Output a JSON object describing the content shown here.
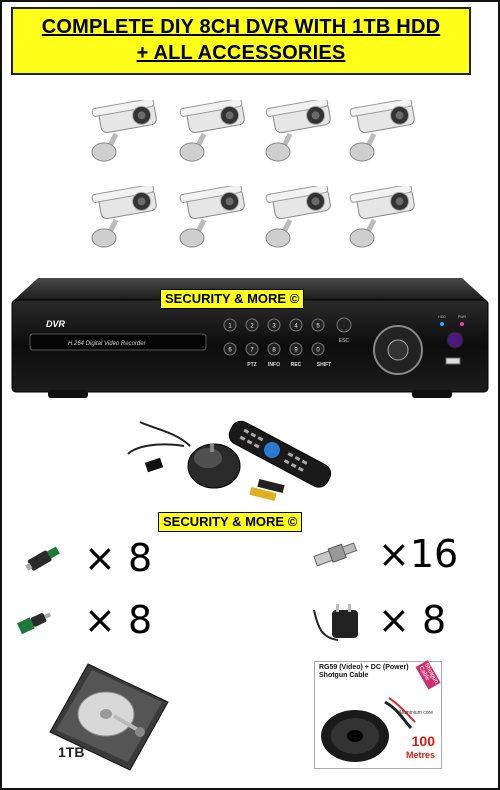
{
  "banner": {
    "line1": "COMPLETE DIY 8CH DVR WITH 1TB HDD",
    "line2": "+ ALL ACCESSORIES"
  },
  "watermark": {
    "top": "SECURITY & MORE ©",
    "middle": "SECURITY & MORE ©"
  },
  "dvr": {
    "brand": "DVR",
    "slot_text": "H.264 Digital Video Recorder",
    "keys": [
      "1",
      "2",
      "3",
      "4",
      "5",
      "6",
      "7",
      "8",
      "9",
      "0"
    ],
    "button_labels": [
      "PTZ",
      "INFO",
      "REC",
      "SHIFT"
    ],
    "esc_label": "ESC",
    "indicator_labels": [
      "HDD",
      "PWR"
    ]
  },
  "accessories": [
    {
      "name": "dc-female-connector",
      "qty": "8"
    },
    {
      "name": "bnc-connector",
      "qty": "16"
    },
    {
      "name": "dc-male-connector",
      "qty": "8"
    },
    {
      "name": "power-adapter",
      "qty": "8"
    }
  ],
  "multiply_sign": "×",
  "hdd": {
    "label": "1TB"
  },
  "cable": {
    "title": "RG59 (Video) + DC (Power) Shotgun Cable",
    "tag": "Shotgun Cable",
    "inner": "Aluminium core",
    "length": "100",
    "unit": "Metres"
  }
}
